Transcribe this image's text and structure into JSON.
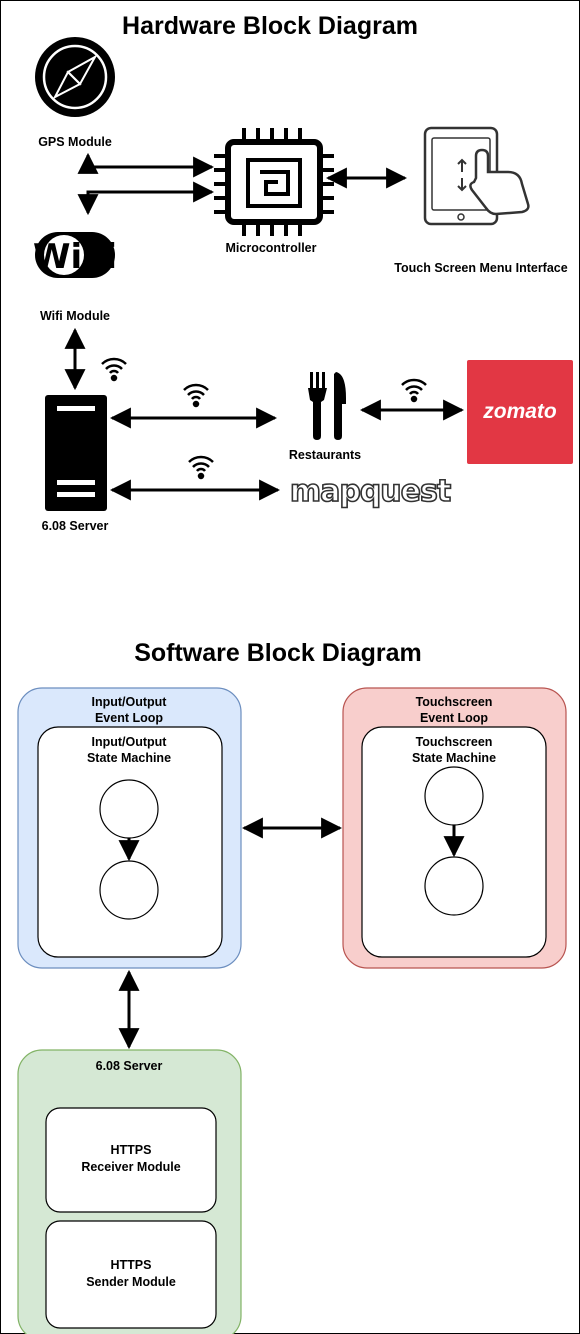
{
  "hardware": {
    "title": "Hardware Block Diagram",
    "gps_label": "GPS Module",
    "wifi_label": "Wifi Module",
    "wifi_logo_text": "WiFi",
    "micro_label": "Microcontroller",
    "touch_label": "Touch Screen Menu Interface",
    "server_label": "6.08 Server",
    "restaurants_label": "Restaurants",
    "zomato_text": "zomato",
    "mapquest_text": "mapquest"
  },
  "software": {
    "title": "Software Block Diagram",
    "io_loop_line1": "Input/Output",
    "io_loop_line2": "Event Loop",
    "io_sm_line1": "Input/Output",
    "io_sm_line2": "State Machine",
    "ts_loop_line1": "Touchscreen",
    "ts_loop_line2": "Event Loop",
    "ts_sm_line1": "Touchscreen",
    "ts_sm_line2": "State Machine",
    "server_label": "6.08 Server",
    "receiver_line1": "HTTPS",
    "receiver_line2": "Receiver Module",
    "sender_line1": "HTTPS",
    "sender_line2": "Sender Module"
  },
  "colors": {
    "io_fill": "#dae8fc",
    "io_stroke": "#6c8ebf",
    "ts_fill": "#f8cecc",
    "ts_stroke": "#b85450",
    "server_fill": "#d5e8d4",
    "server_stroke": "#82b366",
    "zomato_red": "#e23744"
  }
}
